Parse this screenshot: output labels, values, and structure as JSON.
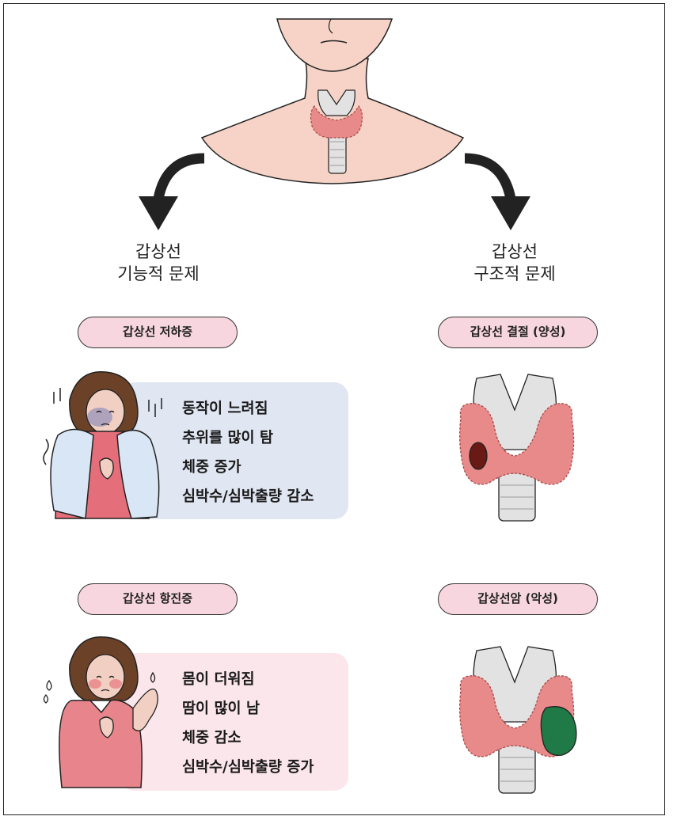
{
  "branches": {
    "functional": {
      "line1": "갑상선",
      "line2": "기능적 문제"
    },
    "structural": {
      "line1": "갑상선",
      "line2": "구조적 문제"
    }
  },
  "conditions": {
    "hypothyroidism": {
      "label": "갑상선 저하증",
      "symptoms": [
        "동작이 느려짐",
        "추위를 많이 탐",
        "체중 증가",
        "심박수/심박출량 감소"
      ]
    },
    "hyperthyroidism": {
      "label": "갑상선 항진증",
      "symptoms": [
        "몸이 더워짐",
        "땀이 많이 남",
        "체중 감소",
        "심박수/심박출량 증가"
      ]
    },
    "benign_nodule": {
      "label": "갑상선 결절 (양성)"
    },
    "cancer": {
      "label": "갑상선암 (악성)"
    }
  },
  "colors": {
    "skin": "#f6d3c6",
    "thyroid": "#e98a8a",
    "trachea": "#e2e2e2",
    "pill_bg": "#f7d6df",
    "cold_box": "#e0e6f2",
    "hot_box": "#fbe6ec",
    "benign_nodule": "#6a1a14",
    "malignant_tumor": "#1f7a47"
  }
}
